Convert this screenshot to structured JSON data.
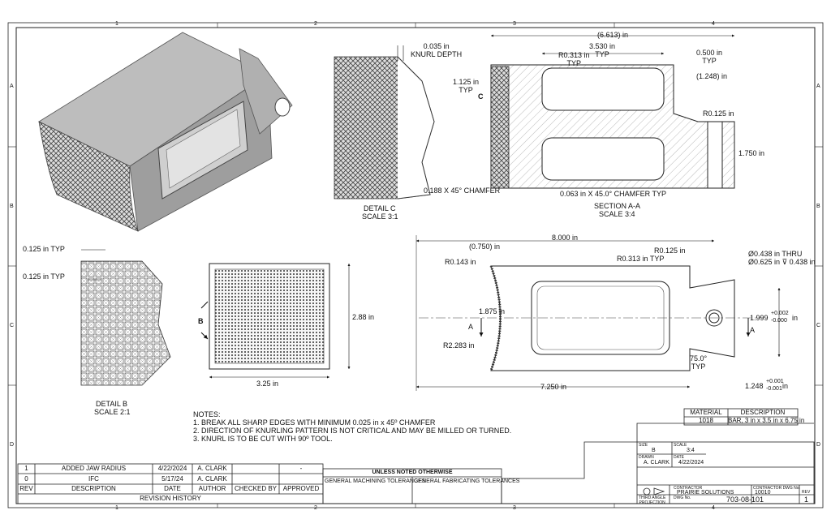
{
  "zones": {
    "columns": [
      "1",
      "2",
      "3",
      "4"
    ],
    "rows": [
      "A",
      "B",
      "C",
      "D"
    ]
  },
  "views": {
    "detail_c": {
      "title": "DETAIL  C",
      "scale": "SCALE 3:1",
      "knurl_depth": "0.035 in\nKNURL DEPTH"
    },
    "section_aa": {
      "title": "SECTION A-A",
      "scale": "SCALE 3:4",
      "callout": "C",
      "dims": {
        "overall": "(6.613) in",
        "inner": "3.530 in\nTYP",
        "radius": "R0.313 in\nTYP",
        "wall": "0.500 in\nTYP",
        "side": "(1.248) in",
        "r_small": "R0.125 in",
        "height_left": "1.125 in\nTYP",
        "height_right": "1.750 in",
        "chamfer1": "0.188 X 45° CHAMFER",
        "chamfer2": "0.063 in X 45.0° CHAMFER TYP"
      }
    },
    "detail_b": {
      "title": "DETAIL  B",
      "scale": "SCALE 2:1",
      "d1": "0.125 in TYP",
      "d2": "0.125 in TYP"
    },
    "face": {
      "width": "3.25 in",
      "height": "2.88 in",
      "callout": "B"
    },
    "top": {
      "overall": "8.000 in",
      "offset": "(0.750) in",
      "r1": "R0.143 in",
      "r2": "R0.313 in TYP",
      "r3": "R0.125 in",
      "hole1": "Ø0.438 in THRU",
      "hole2": "Ø0.625 in ⊽ 0.438 in",
      "height": "1.875 in",
      "r_arc": "R2.283 in",
      "width_tol_value": "1.999",
      "width_tol_plus": "+0.002",
      "width_tol_minus": "-0.000",
      "width_tol_unit": "in",
      "angle": "75.0°\nTYP",
      "length": "7.250 in",
      "tail_value": "1.248",
      "tail_plus": "+0.001",
      "tail_minus": "-0.001",
      "tail_unit": "in",
      "section_label": "A"
    }
  },
  "notes": {
    "heading": "NOTES:",
    "items": [
      "1. BREAK ALL SHARP EDGES WITH MINIMUM 0.025 in x 45º CHAMFER",
      "2. DIRECTION OF KNURLING PATTERN IS NOT CRITICAL AND MAY BE MILLED OR TURNED.",
      "3. KNURL IS TO BE CUT WITH 90º TOOL."
    ]
  },
  "material_table": {
    "headers": [
      "MATERIAL",
      "DESCRIPTION"
    ],
    "row": [
      "1018",
      "BAR, 3 in x 3.5 in x 6.75 in"
    ]
  },
  "revision_table": {
    "rows": [
      [
        "1",
        "ADDED JAW RADIUS",
        "4/22/2024",
        "A. CLARK",
        "",
        "-"
      ],
      [
        "0",
        "IFC",
        "5/17/24",
        "A. CLARK",
        "",
        ""
      ]
    ],
    "headers": [
      "REV",
      "DESCRIPTION",
      "DATE",
      "AUTHOR",
      "CHECKED BY",
      "APPROVED"
    ],
    "footer": "REVISION HISTORY"
  },
  "tolerance_block": {
    "heading": "UNLESS NOTED OTHERWISE",
    "machining": "GENERAL MACHINING TOLERANCES",
    "fabricating": "GENERAL FABRICATING TOLERANCES"
  },
  "title_block": {
    "size_label": "SIZE",
    "size": "B",
    "scale_label": "SCALE",
    "scale": "3:4",
    "drawn_label": "DRAWN",
    "drawn": "A. CLARK",
    "date_label": "DATE",
    "date": "4/22/2024",
    "contractor_label": "CONTRACTOR",
    "contractor": "PRAIRIE SOLUTIONS",
    "contractor_dwg_label": "CONTRACTOR DWG No.",
    "contractor_dwg": "10010",
    "owner_dwg_label": "DWG No.",
    "dwg_no": "703-08-101",
    "rev_label": "REV",
    "rev": "1",
    "projection": "THIRD ANGLE\nPROJECTION"
  }
}
